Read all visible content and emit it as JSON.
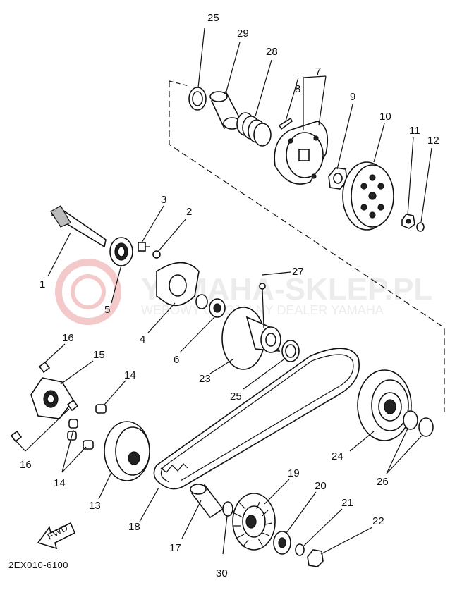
{
  "watermark": {
    "title": "YAMAHA-SKLEP.PL",
    "subtitle": "WEBOWY OFICJALNY DEALER YAMAHA"
  },
  "diagram_code": "2EX010-6100",
  "fwd_label": "FWD",
  "callouts": {
    "p1": "1",
    "p2": "2",
    "p3": "3",
    "p4": "4",
    "p5": "5",
    "p6": "6",
    "p7": "7",
    "p8": "8",
    "p9": "9",
    "p10": "10",
    "p11": "11",
    "p12": "12",
    "p13": "13",
    "p14a": "14",
    "p14b": "14",
    "p15": "15",
    "p16a": "16",
    "p16b": "16",
    "p17": "17",
    "p18": "18",
    "p19": "19",
    "p20": "20",
    "p21": "21",
    "p22": "22",
    "p23": "23",
    "p24": "24",
    "p25a": "25",
    "p25b": "25",
    "p26": "26",
    "p27": "27",
    "p28": "28",
    "p29": "29",
    "p30": "30"
  }
}
